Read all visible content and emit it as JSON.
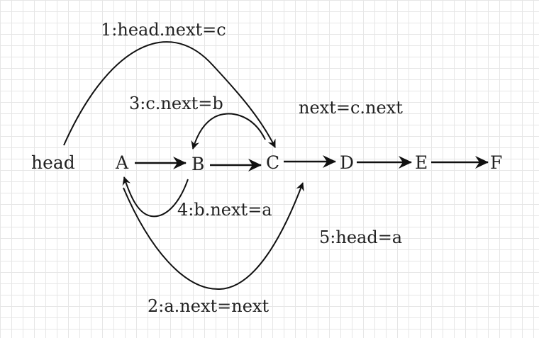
{
  "diagram": {
    "nodes": {
      "head": "head",
      "a": "A",
      "b": "B",
      "c": "C",
      "d": "D",
      "e": "E",
      "f": "F"
    },
    "steps": {
      "step1": "1:head.next=c",
      "step2": "2:a.next=next",
      "step3": "3:c.next=b",
      "step4": "4:b.next=a",
      "step5": "5:head=a",
      "next_assign": "next=c.next"
    }
  }
}
